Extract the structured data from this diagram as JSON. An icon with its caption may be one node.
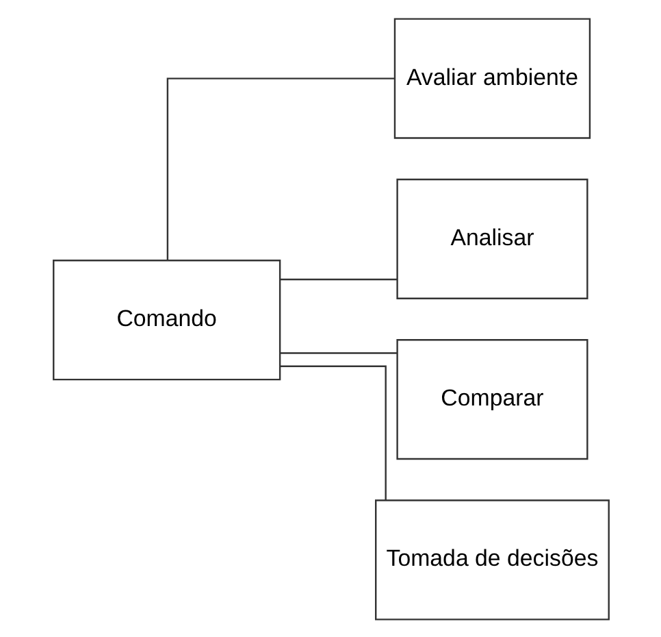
{
  "diagram": {
    "nodes": [
      {
        "text": [
          "Comando"
        ]
      },
      {
        "text": [
          "Avaliar ambiente"
        ]
      },
      {
        "text": [
          "Analisar"
        ]
      },
      {
        "text": [
          "Comparar"
        ]
      },
      {
        "text": [
          "Tomada de decisões"
        ]
      }
    ],
    "edges": [
      {
        "from": 0,
        "to": 1,
        "arrow": "none"
      },
      {
        "from": 0,
        "to": 2,
        "arrow": "none"
      },
      {
        "from": 0,
        "to": 3,
        "arrow": "none"
      },
      {
        "from": 0,
        "to": 4,
        "arrow": "none"
      }
    ]
  }
}
